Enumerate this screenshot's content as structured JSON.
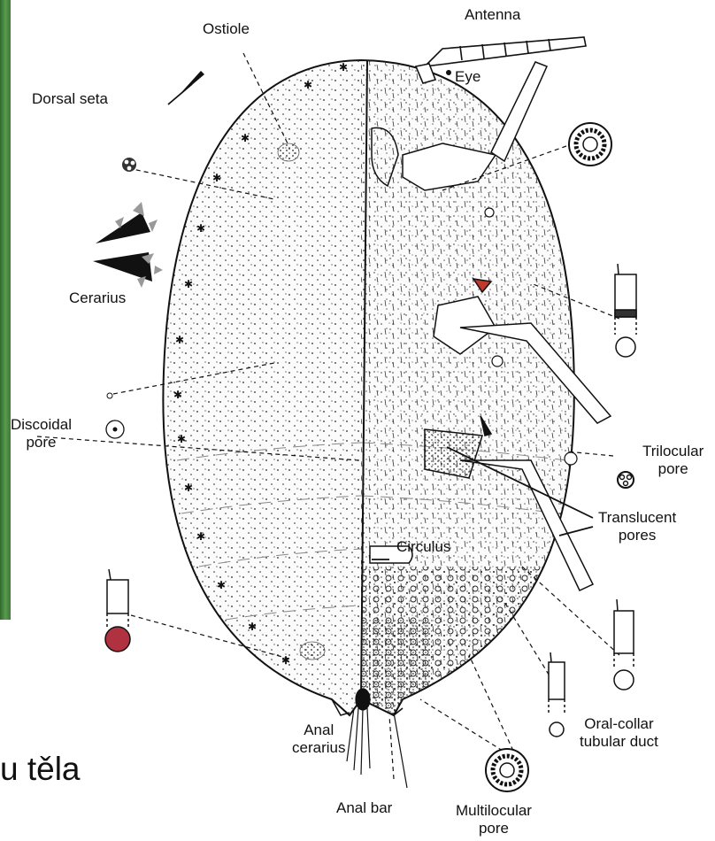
{
  "labels": {
    "antenna": "Antenna",
    "ostiole": "Ostiole",
    "eye": "Eye",
    "dorsal_seta": "Dorsal seta",
    "cerarius": "Cerarius",
    "discoidal_pore": "Discoidal\npore",
    "trilocular_pore": "Trilocular\npore",
    "translucent_pores": "Translucent\npores",
    "circulus": "Circulus",
    "oral_collar": "Oral-collar\ntubular duct",
    "anal_cerarius": "Anal\ncerarius",
    "anal_bar": "Anal bar",
    "multilocular_pore": "Multilocular\npore"
  },
  "slide_text": "u těla",
  "colors": {
    "ink": "#111111",
    "green_strip": "#3f7a3a",
    "body_fill": "#fbfbfb"
  }
}
